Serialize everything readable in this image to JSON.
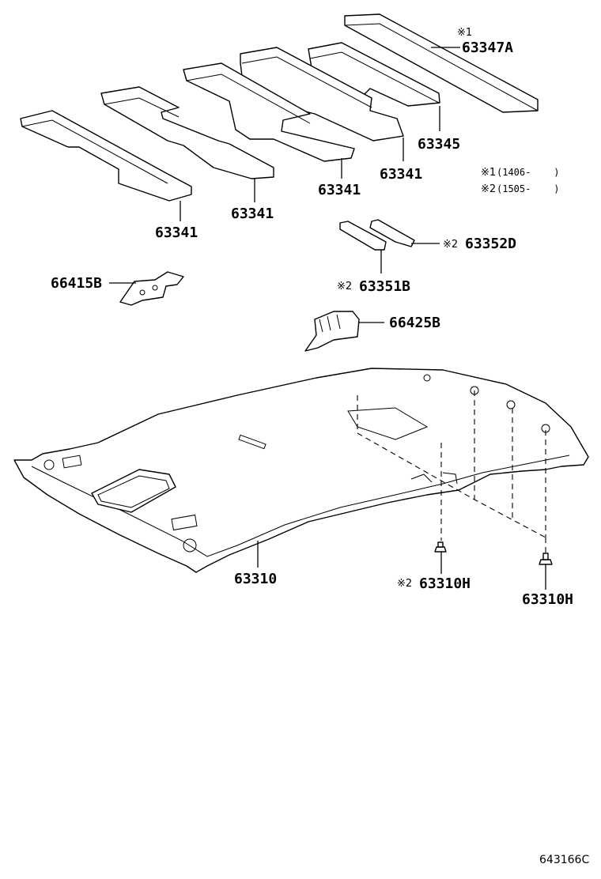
{
  "diagram_id": "643166C",
  "notes": [
    {
      "mark": "※1",
      "text": "(1406-    )"
    },
    {
      "mark": "※2",
      "text": "(1505-    )"
    }
  ],
  "parts": {
    "p63347A": {
      "mark": "※1",
      "number": "63347A"
    },
    "p63345": {
      "number": "63345"
    },
    "p63341_a": {
      "number": "63341"
    },
    "p63341_b": {
      "number": "63341"
    },
    "p63341_c": {
      "number": "63341"
    },
    "p63341_d": {
      "number": "63341"
    },
    "p63352D": {
      "mark": "※2",
      "number": "63352D"
    },
    "p63351B": {
      "mark": "※2",
      "number": "63351B"
    },
    "p66415B": {
      "number": "66415B"
    },
    "p66425B": {
      "number": "66425B"
    },
    "p63310": {
      "number": "63310"
    },
    "p63310H_a": {
      "mark": "※2",
      "number": "63310H"
    },
    "p63310H_b": {
      "number": "63310H"
    }
  }
}
